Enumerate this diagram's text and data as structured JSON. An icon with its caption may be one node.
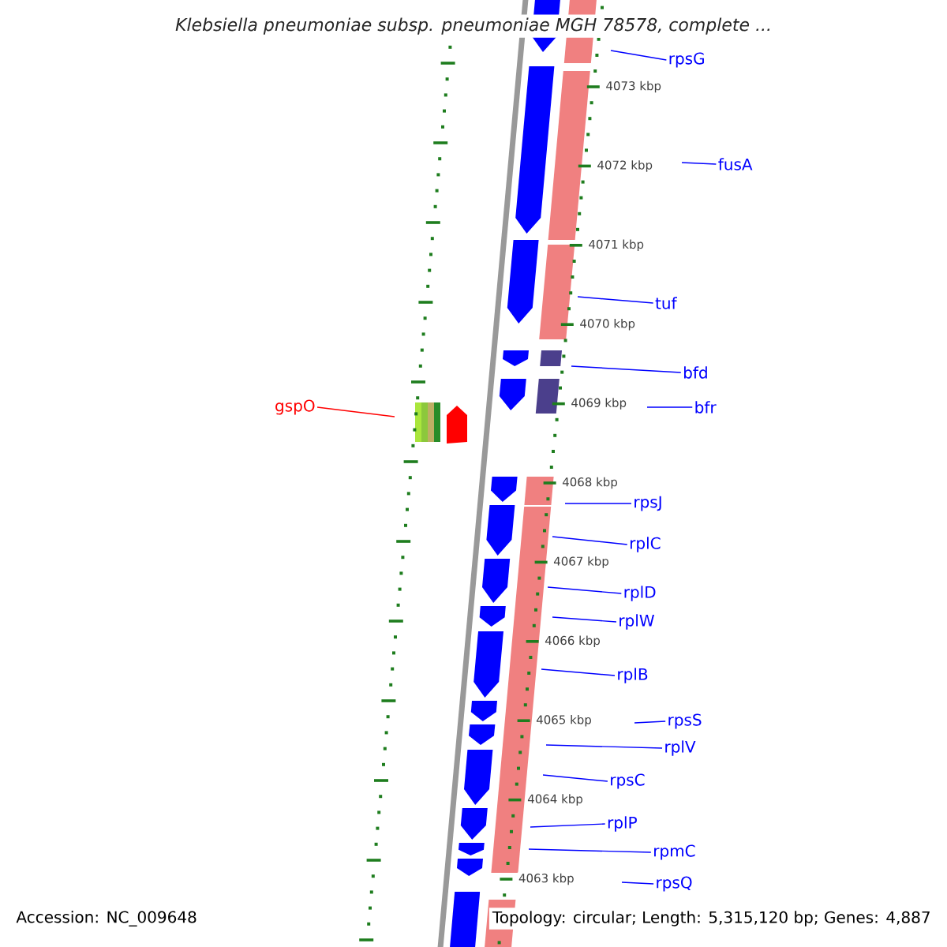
{
  "diagram": {
    "title": "Klebsiella pneumoniae subsp. pneumoniae MGH 78578, complete ...",
    "nodes": [
      {
        "text": [
          "rpsG"
        ]
      },
      {
        "text": [
          "fusA"
        ]
      },
      {
        "text": [
          "tuf"
        ]
      },
      {
        "text": [
          "bfd"
        ]
      },
      {
        "text": [
          "bfr"
        ]
      },
      {
        "text": [
          "gspO"
        ]
      },
      {
        "text": [
          "rpsJ"
        ]
      },
      {
        "text": [
          "rplC"
        ]
      },
      {
        "text": [
          "rplD"
        ]
      },
      {
        "text": [
          "rplW"
        ]
      },
      {
        "text": [
          "rplB"
        ]
      },
      {
        "text": [
          "rpsS"
        ]
      },
      {
        "text": [
          "rplV"
        ]
      },
      {
        "text": [
          "rpsC"
        ]
      },
      {
        "text": [
          "rplP"
        ]
      },
      {
        "text": [
          "rpmC"
        ]
      },
      {
        "text": [
          "rpsQ"
        ]
      }
    ],
    "edges": [
      {
        "from": 0,
        "to": null,
        "arrow": "none"
      },
      {
        "from": 1,
        "to": null,
        "arrow": "none"
      },
      {
        "from": 2,
        "to": null,
        "arrow": "none"
      },
      {
        "from": 3,
        "to": null,
        "arrow": "none"
      },
      {
        "from": 4,
        "to": null,
        "arrow": "none"
      },
      {
        "from": 5,
        "to": null,
        "arrow": "none",
        "color": "#ff0000"
      },
      {
        "from": 6,
        "to": null,
        "arrow": "none"
      },
      {
        "from": 7,
        "to": null,
        "arrow": "none"
      },
      {
        "from": 8,
        "to": null,
        "arrow": "none"
      },
      {
        "from": 9,
        "to": null,
        "arrow": "none"
      },
      {
        "from": 10,
        "to": null,
        "arrow": "none"
      },
      {
        "from": 11,
        "to": null,
        "arrow": "none"
      },
      {
        "from": 12,
        "to": null,
        "arrow": "none"
      },
      {
        "from": 13,
        "to": null,
        "arrow": "none"
      },
      {
        "from": 14,
        "to": null,
        "arrow": "none"
      },
      {
        "from": 15,
        "to": null,
        "arrow": "none"
      },
      {
        "from": 16,
        "to": null,
        "arrow": "none"
      }
    ],
    "labels": [
      "4073 kbp",
      "4072 kbp",
      "4071 kbp",
      "4070 kbp",
      "4069 kbp",
      "4068 kbp",
      "4067 kbp",
      "4066 kbp",
      "4065 kbp",
      "4064 kbp",
      "4063 kbp",
      "Accession: NC_009648",
      "Topology: circular; Length: 5,315,120 bp; Genes: 4,887"
    ]
  }
}
